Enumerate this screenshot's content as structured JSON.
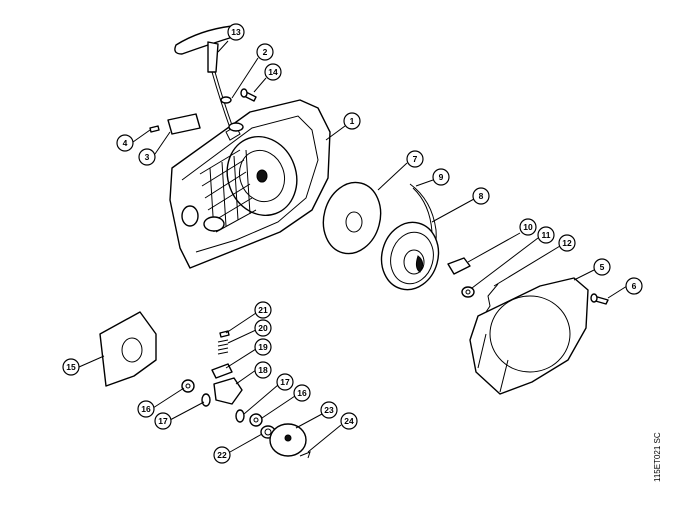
{
  "diagram": {
    "document_code": "115ET021 SC",
    "callouts": {
      "c1": "1",
      "c2": "2",
      "c3": "3",
      "c4": "4",
      "c5": "5",
      "c6": "6",
      "c7": "7",
      "c8": "8",
      "c9": "9",
      "c10": "10",
      "c11": "11",
      "c12": "12",
      "c13": "13",
      "c14": "14",
      "c15": "15",
      "c16a": "16",
      "c16b": "16",
      "c17a": "17",
      "c17b": "17",
      "c18": "18",
      "c19": "19",
      "c20": "20",
      "c21": "21",
      "c22": "22",
      "c23": "23",
      "c24": "24"
    }
  }
}
